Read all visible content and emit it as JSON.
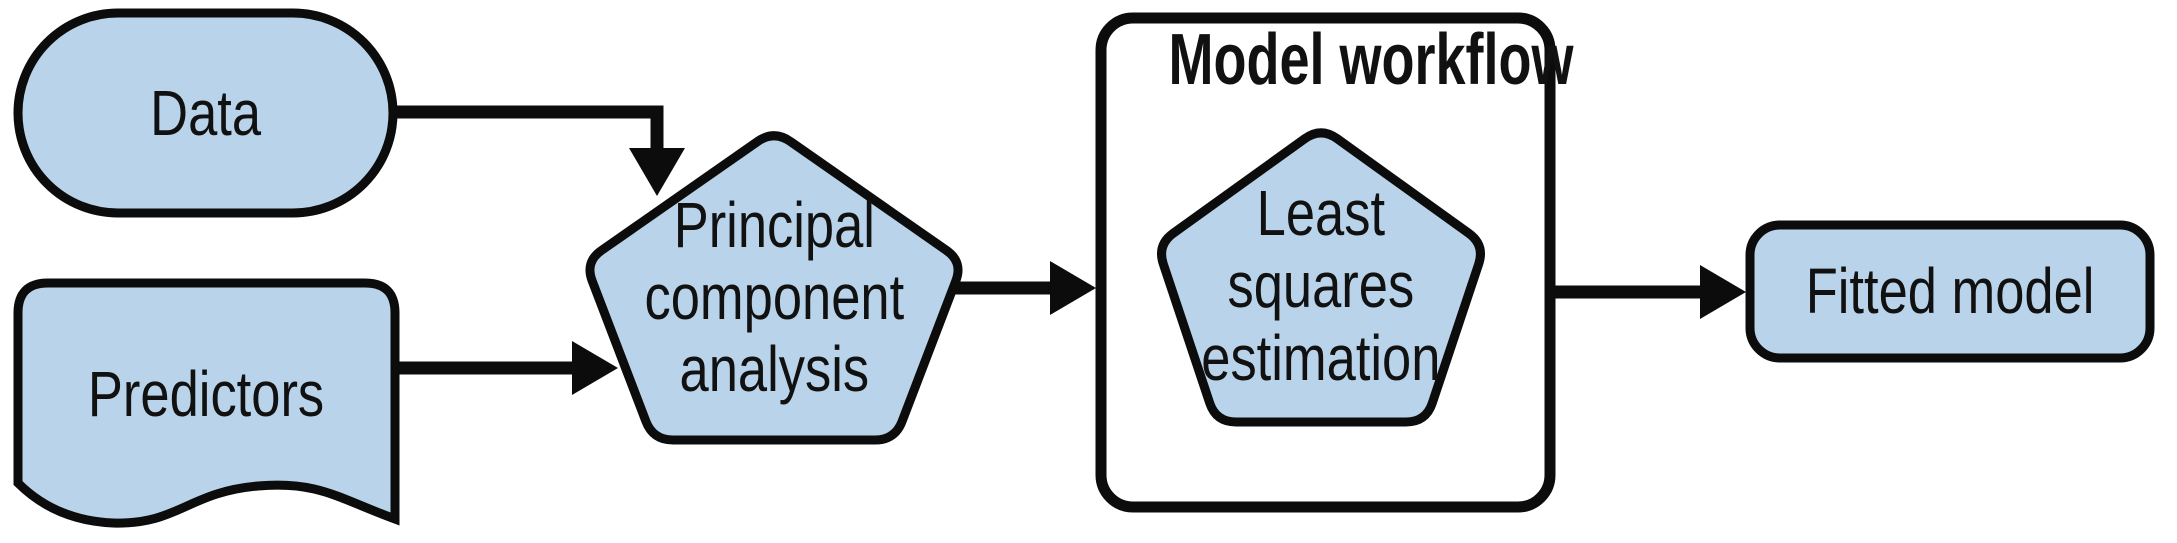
{
  "diagram": {
    "background_color": "#ffffff",
    "node_fill_color": "#b9d4ea",
    "line_color": "#0c0c0c",
    "nodes": [
      {
        "id": "data",
        "shape": "stadium",
        "label": "Data"
      },
      {
        "id": "predictors",
        "shape": "document",
        "label": "Predictors"
      },
      {
        "id": "pca",
        "shape": "pentagon",
        "label": "Principal\ncomponent\nanalysis"
      },
      {
        "id": "model-workflow",
        "shape": "container-box",
        "label": "Model workflow"
      },
      {
        "id": "lse",
        "shape": "pentagon",
        "label": "Least\nsquares\nestimation"
      },
      {
        "id": "fitted-model",
        "shape": "rounded-rectangle",
        "label": "Fitted model"
      }
    ],
    "edges": [
      {
        "from": "data",
        "to": "pca",
        "style": "elbow-arrow"
      },
      {
        "from": "predictors",
        "to": "pca",
        "style": "straight-arrow"
      },
      {
        "from": "pca",
        "to": "model-workflow",
        "style": "straight-arrow"
      },
      {
        "from": "model-workflow",
        "to": "fitted-model",
        "style": "straight-arrow"
      }
    ]
  }
}
